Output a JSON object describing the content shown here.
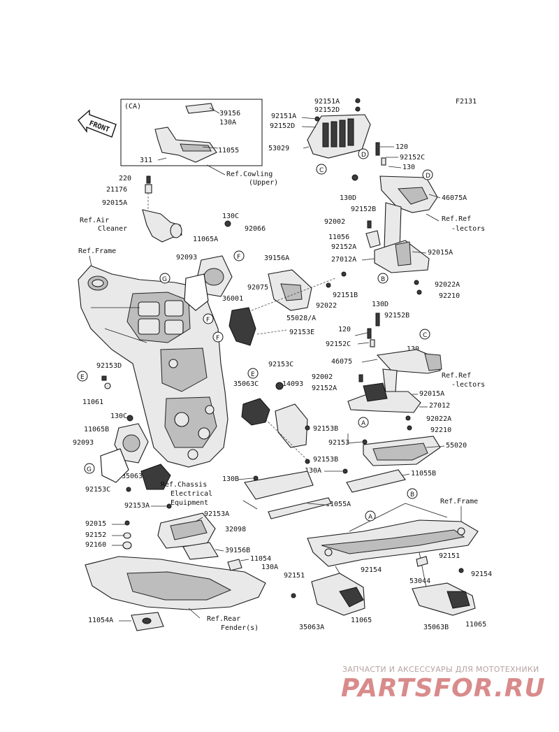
{
  "figure_code": "F2131",
  "front_label": "FRONT",
  "ca_box_label": "(CA)",
  "labels": {
    "l39156": "39156",
    "l130A_ca": "130A",
    "l11055": "11055",
    "l311": "311",
    "cowl1": "Ref.Cowling",
    "cowl2": "(Upper)",
    "l220": "220",
    "l21176": "21176",
    "l92015A_a": "92015A",
    "air1": "Ref.Air",
    "air2": "Cleaner",
    "frame_ref": "Ref.Frame",
    "l130C_a": "130C",
    "l92066": "92066",
    "l11065A": "11065A",
    "l92093_a": "92093",
    "l39156A": "39156A",
    "l92075": "92075",
    "l36001": "36001",
    "l92022": "92022",
    "l92151B": "92151B",
    "l55028A": "55028/A",
    "l92153E": "92153E",
    "l92153D": "92153D",
    "l11061": "11061",
    "l92153C_a": "92153C",
    "l35063C": "35063C",
    "l14093": "14093",
    "l92153B_a": "92153B",
    "l130C_b": "130C",
    "l11065B": "11065B",
    "l92093_b": "92093",
    "l35063": "35063",
    "l92153C_b": "92153C",
    "l92153B_b": "92153B",
    "l92151A_a": "92151A",
    "l92152D_a": "92152D",
    "l92151A_b": "92151A",
    "l92152D_b": "92152D",
    "l53029": "53029",
    "l120_a": "120",
    "l92152C_a": "92152C",
    "l130_a": "130",
    "l130D_a": "130D",
    "l92152B_a": "92152B",
    "l46075A": "46075A",
    "refl1_a": "Ref.Ref",
    "refl2_a": "-lectors",
    "l92002_a": "92002",
    "l11056": "11056",
    "l92152A_a": "92152A",
    "l92015A_b": "92015A",
    "l27012A": "27012A",
    "l92022A_a": "92022A",
    "l92210_a": "92210",
    "l130D_b": "130D",
    "l92152B_b": "92152B",
    "l120_b": "120",
    "l92152C_b": "92152C",
    "l130_b": "130",
    "l46075": "46075",
    "refl1_b": "Ref.Ref",
    "refl2_b": "-lectors",
    "l92002_b": "92002",
    "l92152A_b": "92152A",
    "l92015A_c": "92015A",
    "l27012": "27012",
    "l92022A_b": "92022A",
    "l92210_b": "92210",
    "l92153": "92153",
    "l55020": "55020",
    "l130B": "130B",
    "l130A_b": "130A",
    "l11055B": "11055B",
    "chas1": "Ref.Chassis",
    "chas2": "Electrical",
    "chas3": "Equipment",
    "l11055A": "11055A",
    "l92153A_a": "92153A",
    "l92153A_b": "92153A",
    "l32098": "32098",
    "l92015": "92015",
    "l92152": "92152",
    "l92160": "92160",
    "l39156B": "39156B",
    "l11054": "11054",
    "l130A_c": "130A",
    "l11054A": "11054A",
    "fend1": "Ref.Rear",
    "fend2": "Fender(s)",
    "frame_ref2": "Ref.Frame",
    "l92151_a": "92151",
    "l92154_a": "92154",
    "l53044": "53044",
    "l92151_b": "92151",
    "l92154_b": "92154",
    "l35063A": "35063A",
    "l11065_a": "11065",
    "l35063B": "35063B",
    "l11065_b": "11065"
  },
  "callouts": {
    "A": "A",
    "B": "B",
    "C": "C",
    "D": "D",
    "E": "E",
    "F": "F",
    "G": "G"
  },
  "watermark": {
    "tagline": "ЗАПЧАСТИ И АКСЕССУАРЫ ДЛЯ МОТОТЕХНИКИ",
    "logo": "PARTSFOR.RU"
  }
}
